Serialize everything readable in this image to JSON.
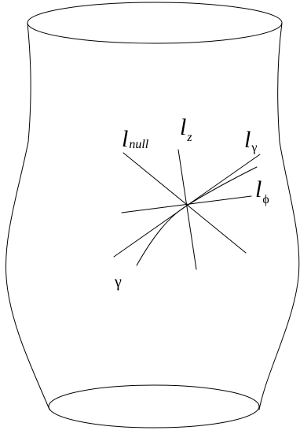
{
  "diagram": {
    "stroke_color": "#000000",
    "background": "#ffffff",
    "labels": {
      "l_null": {
        "main": "l",
        "sub": "null"
      },
      "l_z": {
        "main": "l",
        "sub": "z"
      },
      "l_gamma": {
        "main": "l",
        "sub": "γ"
      },
      "l_phi": {
        "main": "l",
        "sub": "ϕ"
      },
      "gamma": "γ"
    }
  }
}
